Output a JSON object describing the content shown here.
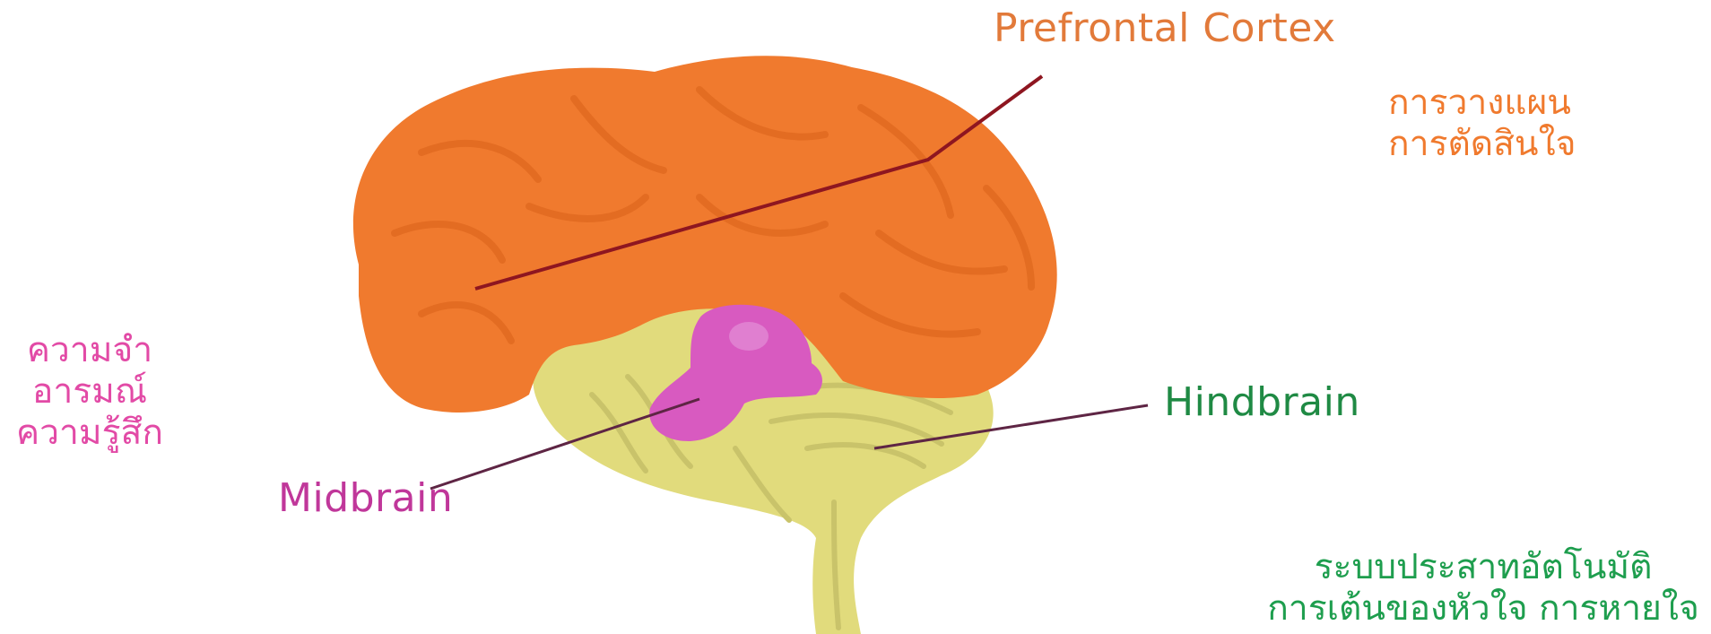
{
  "colors": {
    "cortex": "#F07A2E",
    "cortex_dark": "#D9621A",
    "midbrain": "#D85AC0",
    "midbrain_light": "#E07FD0",
    "hindbrain": "#E1DB7C",
    "hindbrain_dark": "#C9C36A",
    "line_cortex": "#8E1620",
    "line_other": "#5E2544",
    "text_orange": "#F07A2E",
    "text_magenta": "#E24AA6",
    "text_green": "#1E9E4E",
    "text_title_orange": "#E27A3A",
    "text_hind": "#1F8A44",
    "text_mid": "#C0379A"
  },
  "labels": {
    "prefrontal": "Prefrontal Cortex",
    "hindbrain": "Hindbrain",
    "midbrain": "Midbrain"
  },
  "descriptions": {
    "prefrontal": [
      "การวางแผน",
      "การตัดสินใจ"
    ],
    "midbrain": [
      "ความจำ",
      "อารมณ์",
      "ความรู้สึก"
    ],
    "hindbrain": [
      "ระบบประสาทอัตโนมัติ",
      "การเต้นของหัวใจ การหายใจ"
    ]
  }
}
